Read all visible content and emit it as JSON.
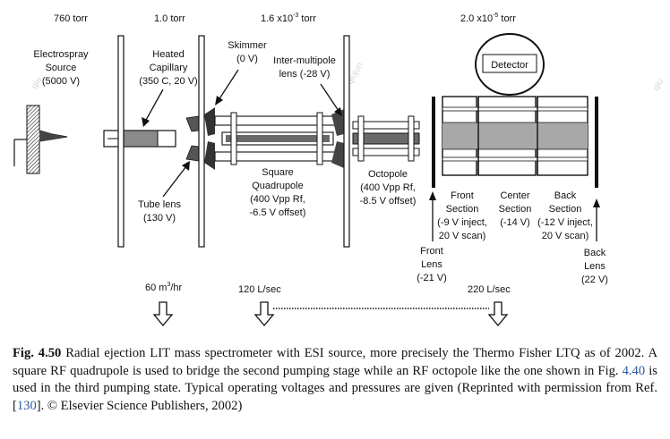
{
  "pressures": {
    "p1": "760 torr",
    "p2": "1.0 torr",
    "p3_base": "1.6 x10",
    "p3_exp": "-3",
    "p3_unit": " torr",
    "p4_base": "2.0 x10",
    "p4_exp": "-5",
    "p4_unit": " torr"
  },
  "components": {
    "electrospray": [
      "Electrospray",
      "Source",
      "(5000 V)"
    ],
    "capillary": [
      "Heated",
      "Capillary",
      "(350 C, 20 V)"
    ],
    "skimmer": [
      "Skimmer",
      "(0 V)"
    ],
    "intermultipole": [
      "Inter-multipole",
      "lens (-28 V)"
    ],
    "detector": "Detector",
    "tube_lens": [
      "Tube lens",
      "(130 V)"
    ],
    "quadrupole": [
      "Square",
      "Quadrupole",
      "(400 Vpp Rf,",
      "-6.5 V offset)"
    ],
    "octopole": [
      "Octopole",
      "(400 Vpp Rf,",
      "-8.5 V offset)"
    ],
    "front_section": [
      "Front",
      "Section",
      "(-9 V inject,",
      "20 V scan)"
    ],
    "center_section": [
      "Center",
      "Section",
      "(-14 V)"
    ],
    "back_section": [
      "Back",
      "Section",
      "(-12 V inject,",
      "20 V scan)"
    ],
    "front_lens": [
      "Front",
      "Lens",
      "(-21 V)"
    ],
    "back_lens": [
      "Back",
      "Lens",
      "(22 V)"
    ]
  },
  "pumping": {
    "pump1_base": "60 m",
    "pump1_exp": "3",
    "pump1_unit": "/hr",
    "pump2": "120 L/sec",
    "pump3": "220 L/sec"
  },
  "watermarks": [
    "qiujun",
    "qiu"
  ],
  "caption": {
    "fig_label": "Fig. 4.50",
    "text_part1": " Radial ejection LIT mass spectrometer with ESI source, more precisely the Thermo Fisher LTQ as of 2002. A square RF quadrupole is used to bridge the second pumping stage while an RF octopole like the one shown in Fig. ",
    "link1": "4.40",
    "text_part2": " is used in the third pumping state. Typical operating voltages and pressures are given (Reprinted with permission from Ref. [",
    "link2": "130",
    "text_part3": "]. © Elsevier Science Publishers, 2002)"
  },
  "colors": {
    "line": "#111111",
    "gray_fill": "#a8a8a8",
    "dark_gray": "#6a6a6a",
    "link": "#2c5aa0"
  }
}
